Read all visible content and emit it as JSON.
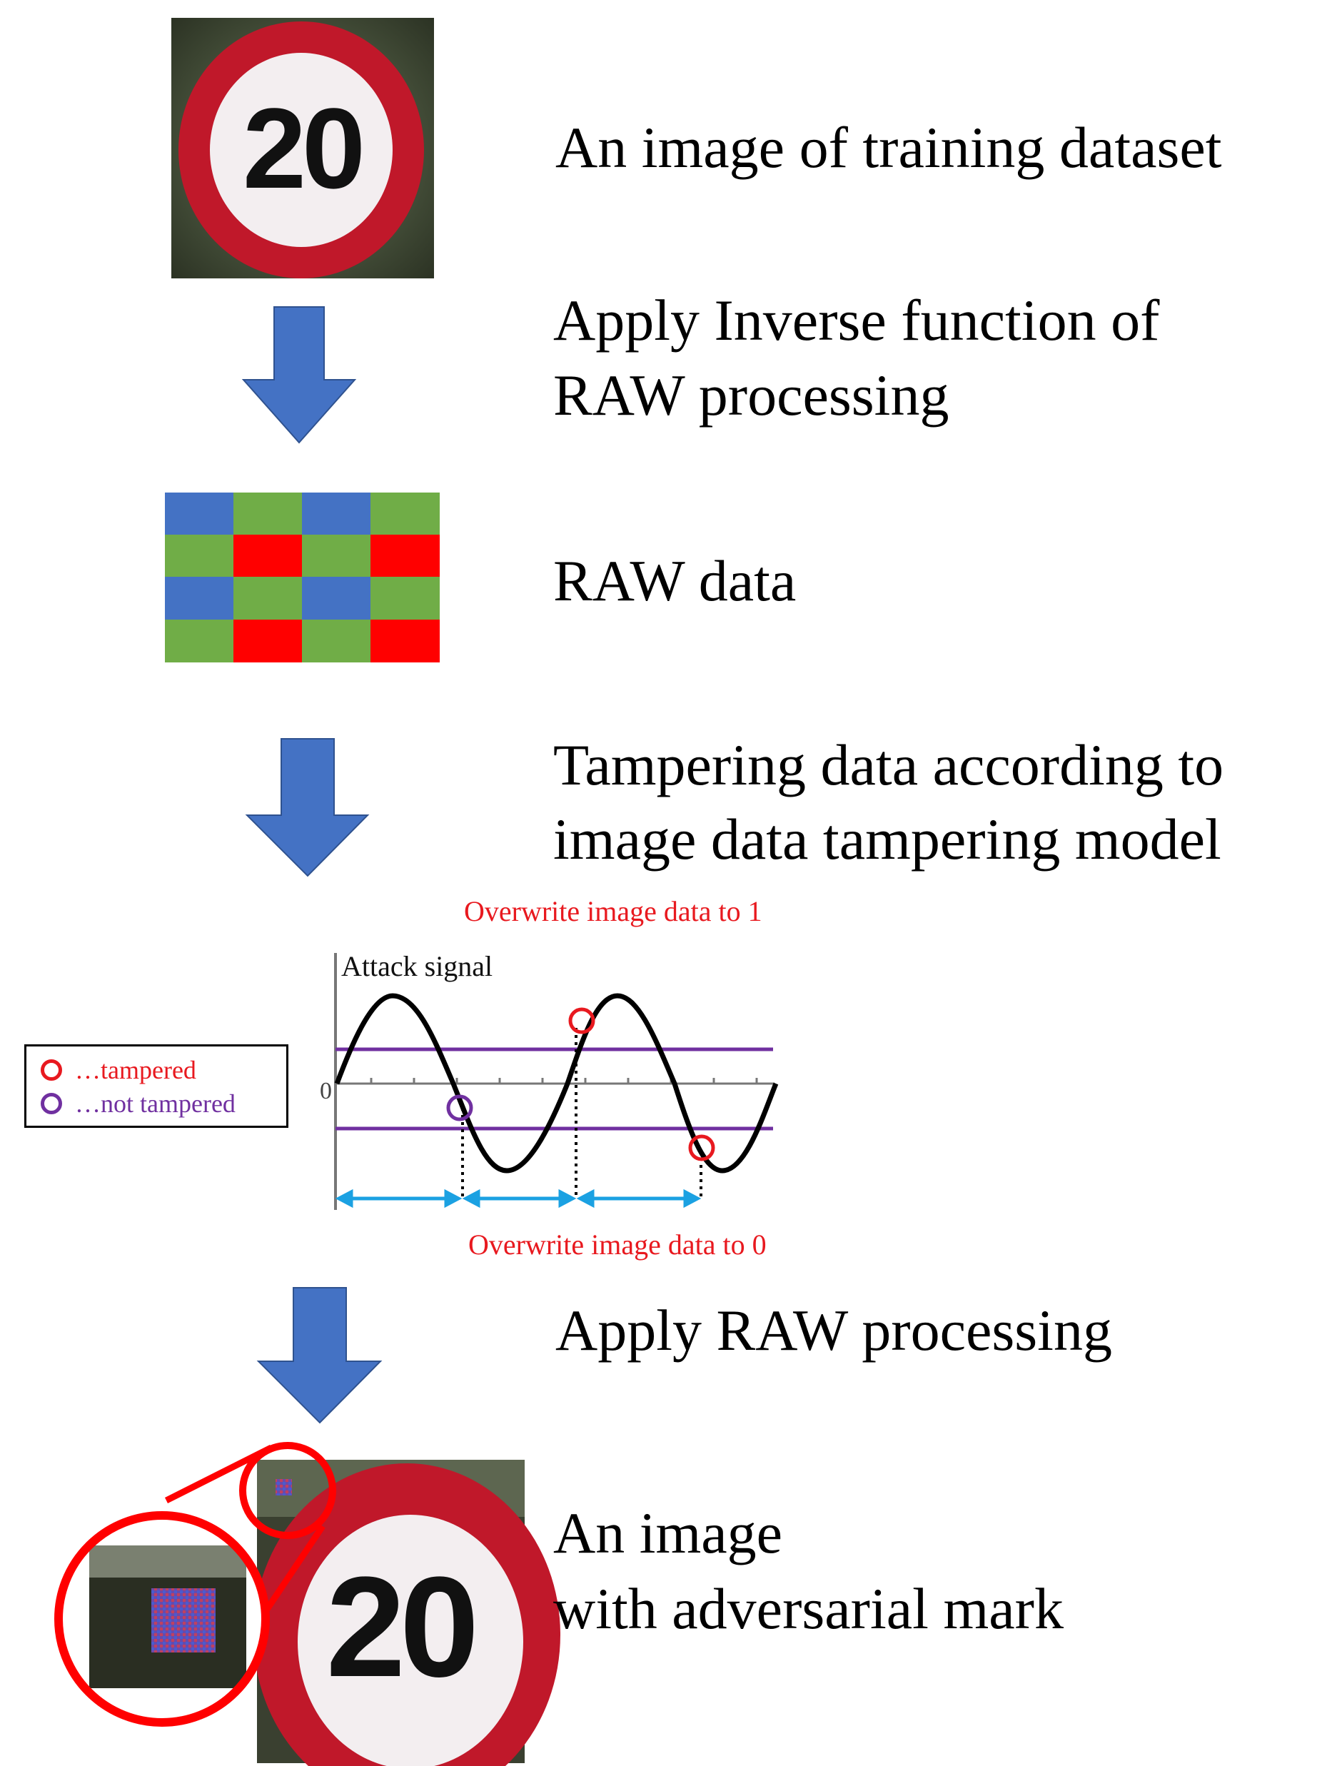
{
  "steps": {
    "step1": "An image of training dataset",
    "step2_line1": "Apply Inverse function of",
    "step2_line2": "RAW processing",
    "step3": "RAW data",
    "step4_line1": "Tampering data according to",
    "step4_line2": "image data tampering model",
    "step5": "Apply RAW processing",
    "step6_line1": "An image",
    "step6_line2": "with adversarial mark"
  },
  "sign": {
    "number": "20"
  },
  "attack_chart": {
    "top_note": "Overwrite image data to 1",
    "bottom_note": "Overwrite image data to 0",
    "signal_label": "Attack signal",
    "zero_label": "0"
  },
  "legend": {
    "tampered": "…tampered",
    "not_tampered": "…not tampered"
  },
  "colors": {
    "arrow": "#4472c4",
    "bayer_blue": "#4472c4",
    "bayer_green": "#70ad47",
    "bayer_red": "#ff0000",
    "threshold": "#7030a0",
    "tampered": "#e8191f",
    "not_tampered": "#7030a0",
    "interval_arrow": "#1ba1e2"
  }
}
